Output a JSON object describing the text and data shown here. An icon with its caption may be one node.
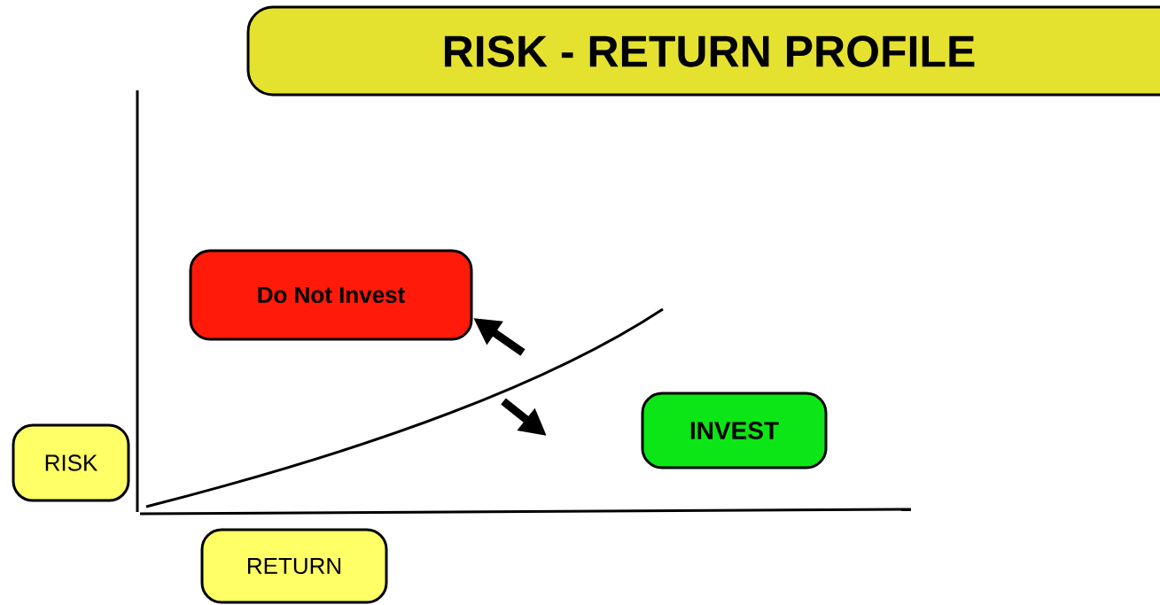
{
  "diagram": {
    "title": "RISK - RETURN PROFILE",
    "nodes": [
      {
        "text": [
          "Do Not Invest"
        ]
      },
      {
        "text": [
          "INVEST"
        ]
      },
      {
        "text": [
          "RISK"
        ]
      },
      {
        "text": [
          "RETURN"
        ]
      }
    ]
  }
}
